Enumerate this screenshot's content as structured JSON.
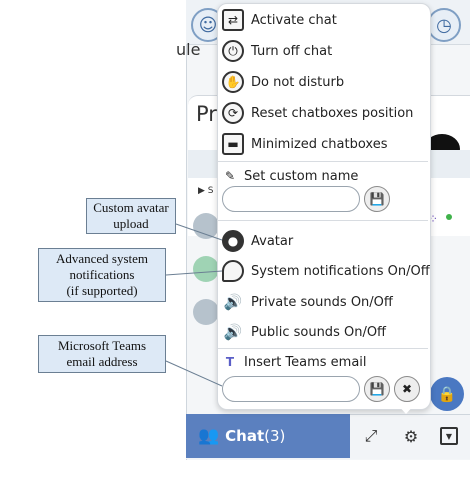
{
  "background": {
    "title_fragment": "Pr",
    "side_fragment": "ule",
    "collapsed_row_fragment": "▶ S"
  },
  "menu": {
    "items": [
      {
        "label": "Activate chat",
        "icon": "swap-arrows-icon"
      },
      {
        "label": "Turn off chat",
        "icon": "power-icon"
      },
      {
        "label": "Do not disturb",
        "icon": "hand-stop-icon"
      },
      {
        "label": "Reset chatboxes position",
        "icon": "refresh-icon"
      },
      {
        "label": "Minimized chatboxes",
        "icon": "window-minimize-icon"
      }
    ],
    "custom_name_label": "Set custom name",
    "custom_name_value": "",
    "items2": [
      {
        "label": "Avatar",
        "icon": "user-circle-icon"
      },
      {
        "label": "System notifications On/Off",
        "icon": "speech-bubble-icon"
      },
      {
        "label": "Private sounds On/Off",
        "icon": "speaker-red-icon"
      },
      {
        "label": "Public sounds On/Off",
        "icon": "speaker-red-icon"
      }
    ],
    "teams_label": "Insert Teams email",
    "teams_value": ""
  },
  "chatbar": {
    "label": "Chat",
    "count": "(3)"
  },
  "callouts": {
    "avatar": [
      "Custom avatar",
      "upload"
    ],
    "notifications": [
      "Advanced system",
      "notifications",
      "(if supported)"
    ],
    "teams": [
      "Microsoft Teams",
      "email address"
    ]
  },
  "colors": {
    "chat_bar": "#5b80bf",
    "callout_fill": "#dde9f6",
    "sound_icon": "#e8452c",
    "teams_icon": "#5b5fc7"
  }
}
